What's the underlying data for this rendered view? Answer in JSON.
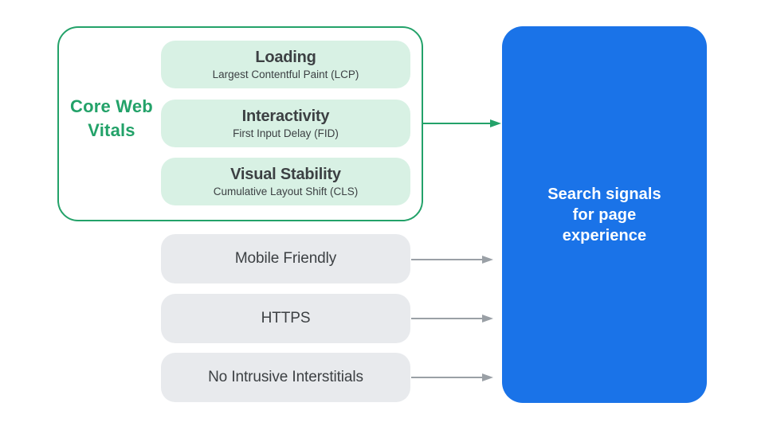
{
  "colors": {
    "green": "#23A269",
    "green_light": "#D8F1E4",
    "blue": "#1A73E8",
    "gray_pill": "#E8EAED",
    "arrow_gray": "#9AA0A6",
    "text_dark": "#3C4043",
    "text_white": "#FFFFFF"
  },
  "core_web_vitals": {
    "label": "Core Web Vitals",
    "items": [
      {
        "title": "Loading",
        "subtitle": "Largest Contentful Paint (LCP)"
      },
      {
        "title": "Interactivity",
        "subtitle": "First Input Delay (FID)"
      },
      {
        "title": "Visual Stability",
        "subtitle": "Cumulative Layout Shift (CLS)"
      }
    ]
  },
  "other_signals": {
    "items": [
      {
        "label": "Mobile Friendly"
      },
      {
        "label": "HTTPS"
      },
      {
        "label": "No Intrusive Interstitials"
      }
    ]
  },
  "result": {
    "label": "Search signals for page experience"
  }
}
